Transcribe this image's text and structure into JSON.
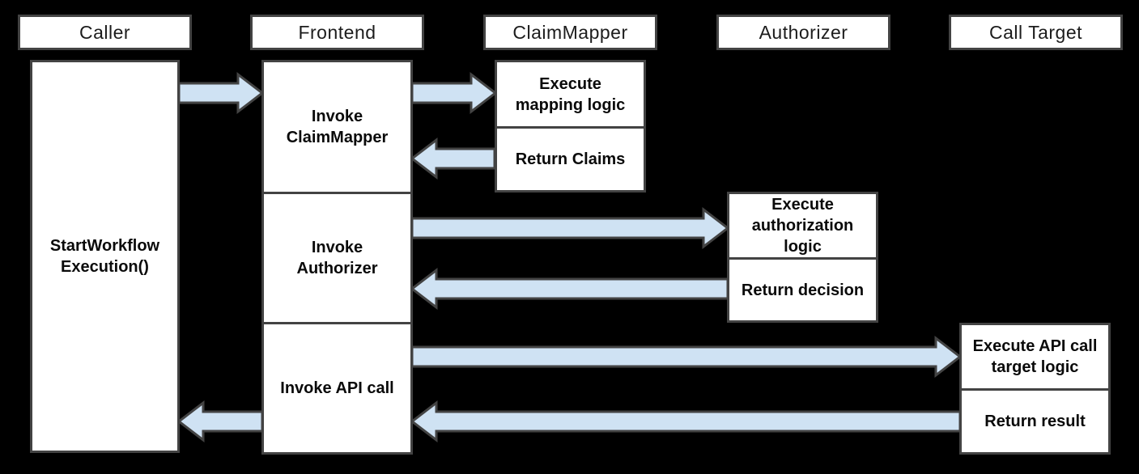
{
  "lanes": [
    {
      "label": "Caller"
    },
    {
      "label": "Frontend"
    },
    {
      "label": "ClaimMapper"
    },
    {
      "label": "Authorizer"
    },
    {
      "label": "Call Target"
    }
  ],
  "caller": {
    "activation_label": "StartWorkflow Execution()"
  },
  "frontend": {
    "steps": [
      {
        "label": "Invoke ClaimMapper"
      },
      {
        "label": "Invoke Authorizer"
      },
      {
        "label": "Invoke API call"
      }
    ]
  },
  "claim_mapper": {
    "steps": [
      {
        "label": "Execute mapping logic"
      },
      {
        "label": "Return Claims"
      }
    ]
  },
  "authorizer": {
    "steps": [
      {
        "label": "Execute authorization logic"
      },
      {
        "label": "Return decision"
      }
    ]
  },
  "call_target": {
    "steps": [
      {
        "label": "Execute API call target logic"
      },
      {
        "label": "Return result"
      }
    ]
  },
  "connections": [
    {
      "from": "Caller",
      "to": "Frontend"
    },
    {
      "from": "Frontend",
      "to": "ClaimMapper"
    },
    {
      "from": "ClaimMapper",
      "to": "Frontend"
    },
    {
      "from": "Frontend",
      "to": "Authorizer"
    },
    {
      "from": "Authorizer",
      "to": "Frontend"
    },
    {
      "from": "Frontend",
      "to": "Call Target"
    },
    {
      "from": "Call Target",
      "to": "Frontend"
    },
    {
      "from": "Frontend",
      "to": "Caller"
    }
  ],
  "colors": {
    "background": "#000000",
    "box_fill": "#ffffff",
    "box_border": "#434343",
    "arrow_fill": "#cfe2f3",
    "arrow_border": "#434343",
    "text": "#0a0a0a"
  }
}
